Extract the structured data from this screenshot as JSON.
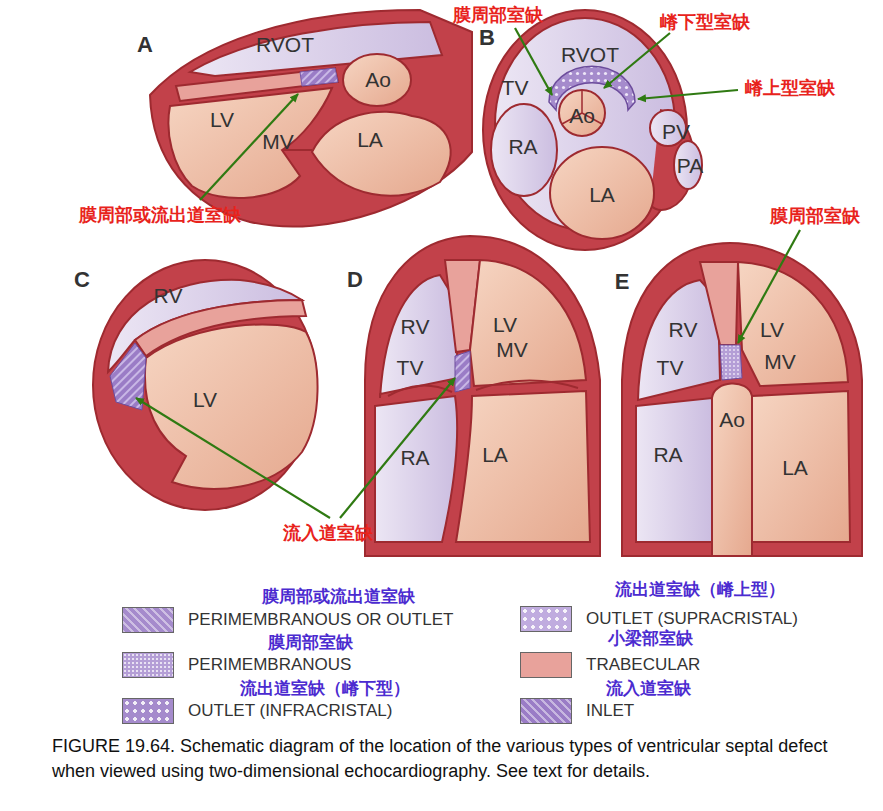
{
  "diagram": {
    "caption": "FIGURE 19.64. Schematic diagram of the location of the various types of ventricular septal defect when viewed using two-dimensional echocardiography. See text for details.",
    "labels": [
      "A",
      "RVOT",
      "Ao",
      "LV",
      "MV",
      "LA",
      "膜周部或流出道室缺",
      "B",
      "膜周部室缺",
      "嵴下型室缺",
      "嵴上型室缺",
      "RVOT",
      "TV",
      "Ao",
      "RA",
      "PV",
      "PA",
      "LA",
      "C",
      "RV",
      "LV",
      "D",
      "RV",
      "LV",
      "TV",
      "MV",
      "RA",
      "LA",
      "E",
      "膜周部室缺",
      "RV",
      "LV",
      "TV",
      "MV",
      "Ao",
      "RA",
      "LA",
      "流入道室缺",
      "膜周部或流出道室缺",
      "膜周部室缺",
      "流出道室缺（嵴下型）",
      "流出道室缺（嵴上型）",
      "小梁部室缺",
      "流入道室缺"
    ],
    "legend": [
      {
        "text": "PERIMEMBRANOUS OR OUTLET",
        "color": "#a58bcc"
      },
      {
        "text": "PERIMEMBRANOUS",
        "color": "#b49ed6"
      },
      {
        "text": "OUTLET (INFRACRISTAL)",
        "color": "#a58bcc"
      },
      {
        "text": "OUTLET (SUPRACRISTAL)",
        "color": "#c0acdf"
      },
      {
        "text": "TRABECULAR",
        "color": "#e8a29b"
      },
      {
        "text": "INLET",
        "color": "#9a7cc6"
      }
    ]
  }
}
